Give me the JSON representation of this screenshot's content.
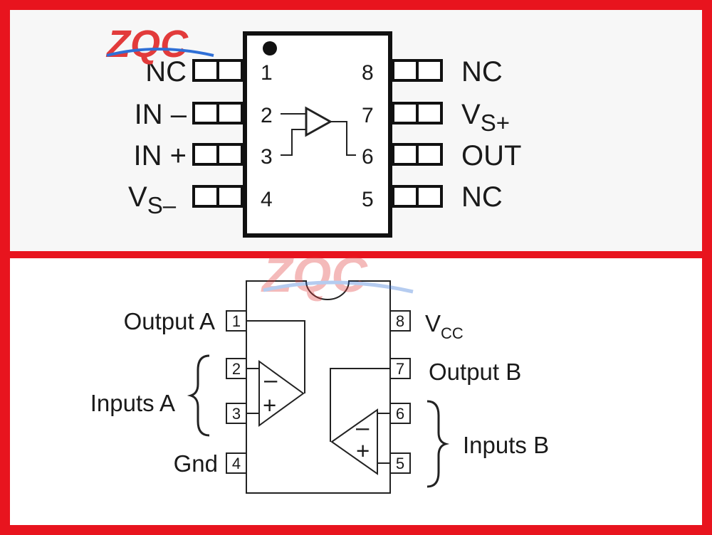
{
  "watermark": {
    "text": "ZQC",
    "color_red": "#e23b3b",
    "color_blue": "#2f6fd6"
  },
  "frame_color": "#e8141e",
  "top_chip": {
    "left_pins": [
      {
        "num": "1",
        "label": "NC",
        "sub": ""
      },
      {
        "num": "2",
        "label": "IN –",
        "sub": ""
      },
      {
        "num": "3",
        "label": "IN +",
        "sub": ""
      },
      {
        "num": "4",
        "label": "V",
        "sub": "S–"
      }
    ],
    "right_pins": [
      {
        "num": "8",
        "label": "NC",
        "sub": ""
      },
      {
        "num": "7",
        "label": "V",
        "sub": "S+"
      },
      {
        "num": "6",
        "label": "OUT",
        "sub": ""
      },
      {
        "num": "5",
        "label": "NC",
        "sub": ""
      }
    ]
  },
  "bottom_chip": {
    "left_pins": [
      {
        "num": "1",
        "label": "Output A"
      },
      {
        "num": "2",
        "label": ""
      },
      {
        "num": "3",
        "label": ""
      },
      {
        "num": "4",
        "label": "Gnd"
      }
    ],
    "right_pins": [
      {
        "num": "8",
        "label": "V",
        "sub": "CC"
      },
      {
        "num": "7",
        "label": "Output B"
      },
      {
        "num": "6",
        "label": ""
      },
      {
        "num": "5",
        "label": ""
      }
    ],
    "group_left": "Inputs A",
    "group_right": "Inputs B",
    "minus": "–",
    "plus": "+"
  }
}
